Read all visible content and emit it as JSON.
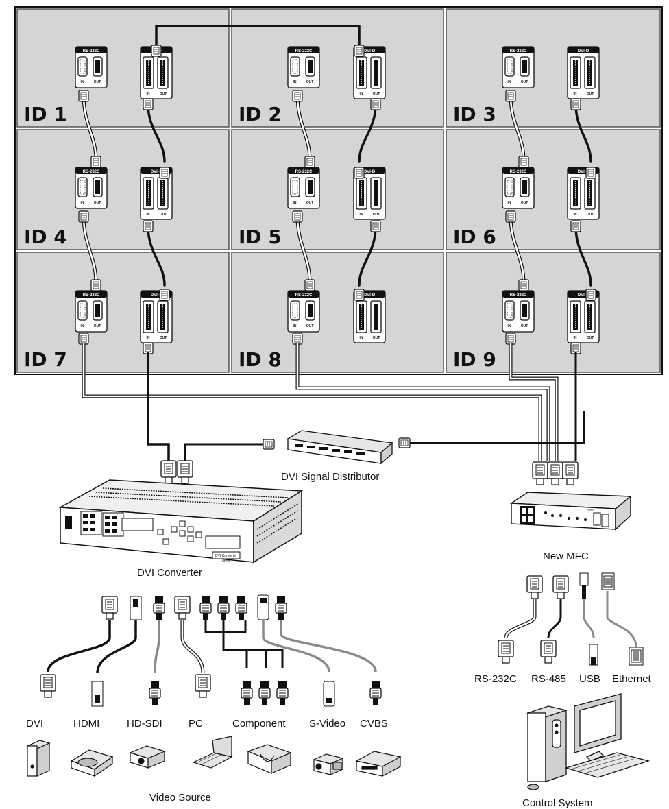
{
  "panels": [
    {
      "id": "ID 1"
    },
    {
      "id": "ID 2"
    },
    {
      "id": "ID 3"
    },
    {
      "id": "ID 4"
    },
    {
      "id": "ID 5"
    },
    {
      "id": "ID 6"
    },
    {
      "id": "ID 7"
    },
    {
      "id": "ID 8"
    },
    {
      "id": "ID 9"
    }
  ],
  "port_labels": {
    "rs232": "RS-232C",
    "dvi": "DVI-D",
    "in": "IN",
    "out": "OUT"
  },
  "devices": {
    "distributor": "DVI Signal Distributor",
    "converter": "DVI Converter",
    "converter_panel": "DVI Converter",
    "converter_brand": "orion",
    "mfc": "New MFC",
    "mfc_brand": "orion"
  },
  "mfc_ports": [
    "RS-232C",
    "RS-485",
    "USB",
    "Ethernet"
  ],
  "video_inputs": [
    "DVI",
    "HDMI",
    "HD-SDI",
    "PC",
    "Component",
    "S-Video",
    "CVBS"
  ],
  "groups": {
    "video_source": "Video Source",
    "control_system": "Control System"
  },
  "colors": {
    "panel": "#d5d5d5",
    "cable_dvi": "#111111",
    "cable_gray": "#8a8a8a",
    "outline": "#111111"
  }
}
